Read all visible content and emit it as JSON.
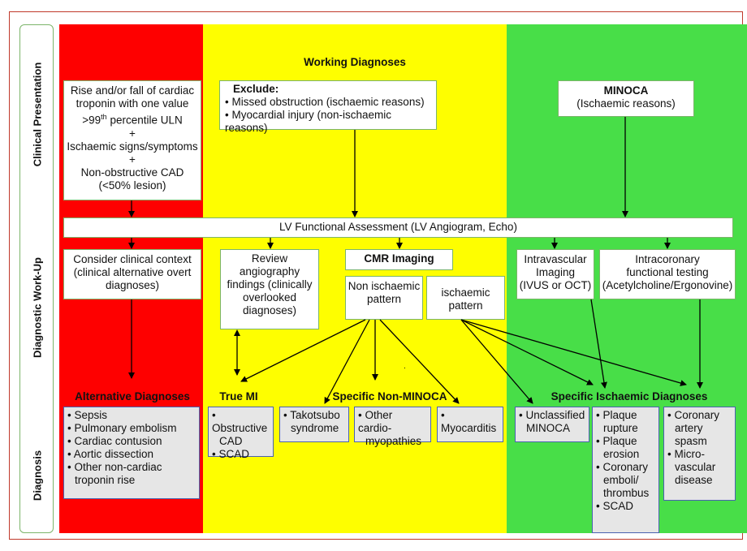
{
  "row_labels": {
    "presentation": "Clinical Presentation",
    "workup": "Diagnostic Work-Up",
    "diagnosis": "Diagnosis"
  },
  "working_diagnoses": "Working Diagnoses",
  "presentation_box": {
    "line1": "Rise and/or fall of cardiac",
    "line2": "troponin with one value",
    "line3_pre": ">99",
    "line3_sup": "th",
    "line3_post": " percentile ULN",
    "plus1": "+",
    "line4": "Ischaemic signs/symptoms",
    "plus2": "+",
    "line5": "Non-obstructive CAD",
    "line6": "(<50% lesion)"
  },
  "exclude_box": {
    "title": "Exclude:",
    "items": [
      "Missed obstruction (ischaemic reasons)",
      "Myocardial injury (non-ischaemic reasons)"
    ]
  },
  "minoca_box": {
    "title": "MINOCA",
    "subtitle": "(Ischaemic reasons)"
  },
  "lv_bar": "LV Functional Assessment (LV Angiogram, Echo)",
  "workup": {
    "clinical_context": [
      "Consider clinical context",
      "(clinical alternative overt",
      "diagnoses)"
    ],
    "review_angio": [
      "Review",
      "angiography",
      "findings (clinically",
      "overlooked",
      "diagnoses)"
    ],
    "cmr": "CMR Imaging",
    "non_ischaemic": [
      "Non ischaemic",
      "pattern"
    ],
    "ischaemic": [
      "ischaemic",
      "pattern"
    ],
    "intravascular": [
      "Intravascular",
      "Imaging",
      "(IVUS or OCT)"
    ],
    "intracoronary": [
      "Intracoronary",
      "functional testing",
      "(Acetylcholine/Ergonovine)"
    ]
  },
  "stray_mark": ".",
  "diagnosis_titles": {
    "alternative": "Alternative Diagnoses",
    "true_mi": "True MI",
    "non_minoca": "Specific Non-MINOCA",
    "ischaemic": "Specific Ischaemic Diagnoses"
  },
  "diagnosis_boxes": {
    "alternative": [
      "Sepsis",
      "Pulmonary embolism",
      "Cardiac contusion",
      "Aortic dissection",
      "Other non-cardiac",
      "troponin rise"
    ],
    "true_mi": [
      "Obstructive",
      "CAD",
      "SCAD"
    ],
    "takotsubo": [
      "Takotsubo",
      "syndrome"
    ],
    "cardiomyopathies": [
      "Other cardio-",
      "myopathies"
    ],
    "myocarditis": [
      "Myocarditis"
    ],
    "unclassified": [
      "Unclassified",
      "MINOCA"
    ],
    "plaque": [
      "Plaque",
      "rupture",
      "Plaque",
      "erosion",
      "Coronary",
      "emboli/",
      "thrombus",
      "SCAD"
    ],
    "spasm": [
      "Coronary",
      "artery",
      "spasm",
      "Micro-",
      "vascular",
      "disease"
    ]
  },
  "colors": {
    "red_band": "#fe0000",
    "yellow_band": "#fefe00",
    "green_band": "#48de48",
    "box_border": "#7cb56a",
    "diag_box_border": "#4a62b0",
    "frame_border": "#c0392b"
  }
}
